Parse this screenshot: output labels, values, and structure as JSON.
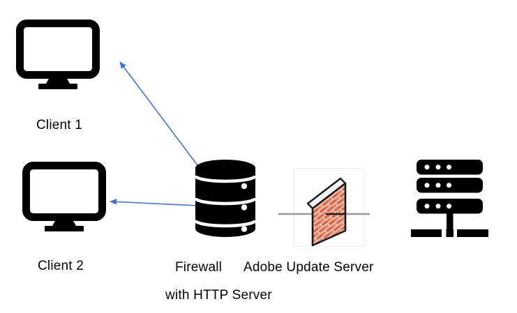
{
  "diagram": {
    "description": "Network diagram: firewall with HTTP server distributing updates to two clients, with Adobe Update Server behind a brick firewall",
    "nodes": [
      {
        "id": "client1",
        "icon": "desktop-computer-icon",
        "label": "Client 1"
      },
      {
        "id": "client2",
        "icon": "desktop-computer-icon",
        "label": "Client 2"
      },
      {
        "id": "firewall-http-server",
        "icon": "database-cylinder-icon",
        "label": "Firewall",
        "sublabel": "with HTTP Server"
      },
      {
        "id": "adobe-update-server",
        "icon": "brick-firewall-icon",
        "label": "Adobe Update Server"
      },
      {
        "id": "server-rack",
        "icon": "server-rack-icon",
        "label": ""
      }
    ],
    "connections": [
      {
        "from": "firewall-http-server",
        "to": "client1",
        "type": "arrow"
      },
      {
        "from": "firewall-http-server",
        "to": "client2",
        "type": "arrow"
      }
    ],
    "colors": {
      "arrow": "#4472C4",
      "icon": "#000000",
      "brick": "#DC6A4C",
      "brick_mortar": "#F6DFD6",
      "wall_top_face": "#F5F5F5",
      "wall_outline": "#1A1A1A",
      "connector_line": "#999999",
      "text": "#000000",
      "background": "#FFFFFF"
    }
  }
}
